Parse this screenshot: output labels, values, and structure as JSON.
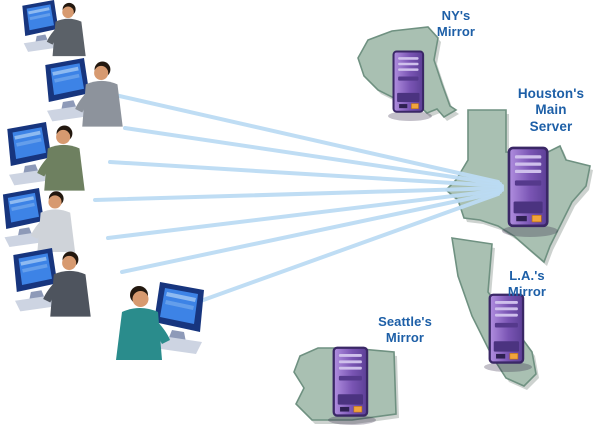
{
  "diagram": {
    "type": "network-diagram",
    "summary": "User workstations connect by lines to Houston's Main Server in Texas; mirror servers shown on New York, California and Washington state maps"
  },
  "labels": {
    "ny": {
      "line1": "NY's",
      "line2": "Mirror"
    },
    "houston": {
      "line1": "Houston's",
      "line2": "Main",
      "line3": "Server"
    },
    "la": {
      "line1": "L.A.'s",
      "line2": "Mirror"
    },
    "seattle": {
      "line1": "Seattle's",
      "line2": "Mirror"
    }
  },
  "icons": {
    "server": "server-tower-icon",
    "workstation": "user-workstation-icon",
    "states": [
      "new-york-state-shape",
      "texas-state-shape",
      "california-state-shape",
      "washington-state-shape"
    ]
  },
  "connections": {
    "from": "user-cluster",
    "to": "houston-main-server",
    "line_count": 7
  },
  "colors": {
    "label_text": "#1d5fa7",
    "state_fill": "#a9c0b2",
    "state_stroke": "#6f9181",
    "connection_line": "#bcdcf4",
    "server_purple": "#7a55b4",
    "server_accent_orange": "#f1a43b",
    "monitor_screen_blue": "#3d83e6"
  }
}
